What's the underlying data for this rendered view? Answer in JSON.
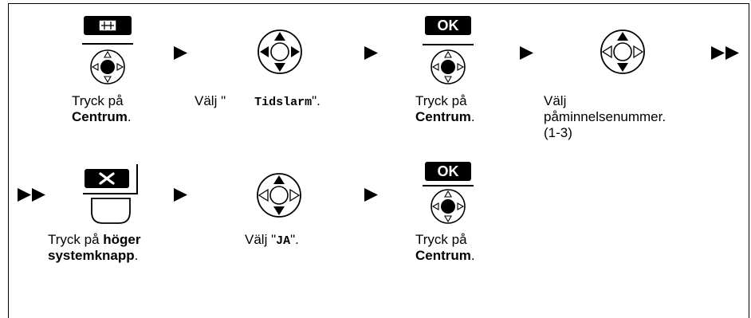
{
  "steps_row1": [
    {
      "line1": "Tryck på",
      "bold": "Centrum",
      "suffix": "."
    },
    {
      "prefix": "Välj \"",
      "code": "Tidslarm",
      "suffix": "\"."
    },
    {
      "line1": "Tryck på",
      "bold": "Centrum",
      "suffix": "."
    },
    {
      "line1": "Välj",
      "line2": "påminnelsenummer.",
      "line3": "(1-3)"
    }
  ],
  "steps_row2": [
    {
      "prefix": "Tryck på ",
      "bold1": "höger",
      "bold2": "systemknapp",
      "suffix": "."
    },
    {
      "prefix": "Välj \"",
      "code": "JA",
      "suffix": "\"."
    },
    {
      "line1": "Tryck på",
      "bold": "Centrum",
      "suffix": "."
    }
  ],
  "ok_label": "OK",
  "icons": {
    "menu": "grid-menu-icon",
    "nav": "navigator-icon",
    "close": "x-close-icon",
    "arrow": "triangle-right-icon",
    "double_arrow": "double-triangle-right-icon"
  }
}
